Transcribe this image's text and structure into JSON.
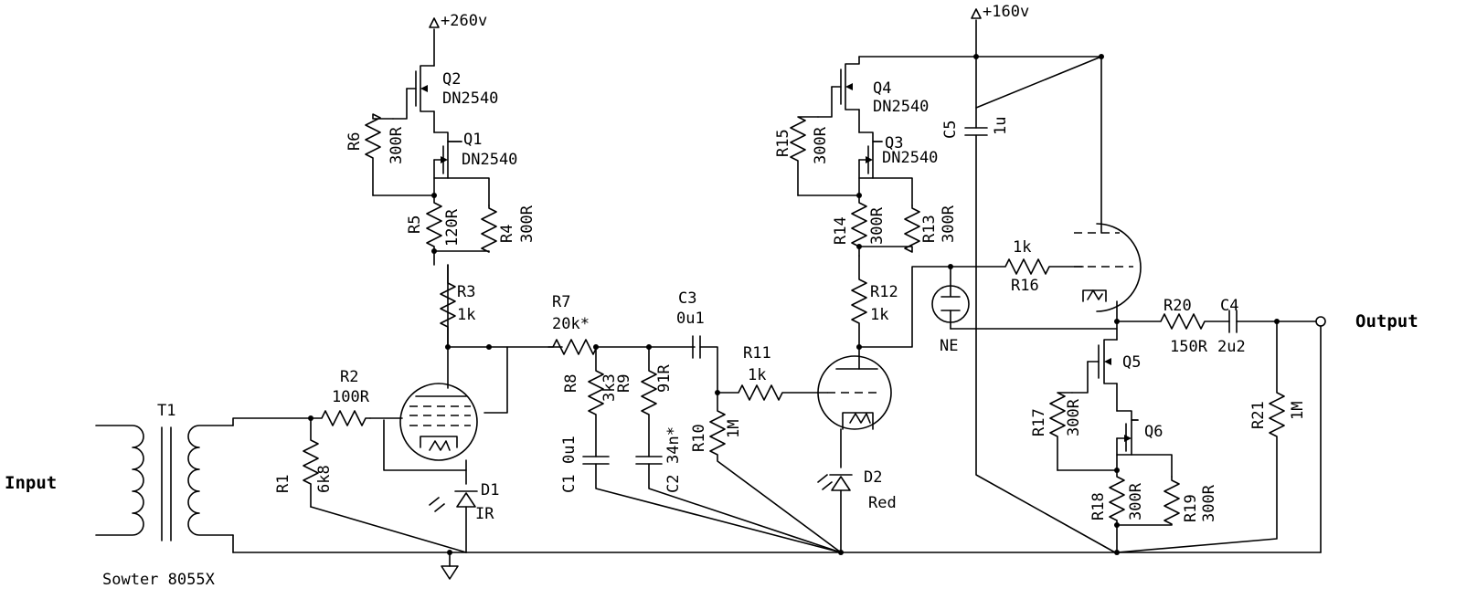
{
  "rails": {
    "hv1": "+260v",
    "hv2": "+160v"
  },
  "transformer": {
    "name": "T1",
    "model": "Sowter 8055X"
  },
  "io": {
    "input": "Input",
    "output": "Output"
  },
  "transistors": {
    "q1": "Q1",
    "q1_type": "DN2540",
    "q2": "Q2",
    "q2_type": "DN2540",
    "q3": "Q3",
    "q3_type": "DN2540",
    "q4": "Q4",
    "q4_type": "DN2540",
    "q5": "Q5",
    "q6": "Q6"
  },
  "resistors": {
    "r1": "R1",
    "r1_val": "6k8",
    "r2": "R2",
    "r2_val": "100R",
    "r3": "R3",
    "r3_val": "1k",
    "r4": "R4",
    "r4_val": "300R",
    "r5": "R5",
    "r5_val": "120R",
    "r6": "R6",
    "r6_val": "300R",
    "r7": "R7",
    "r7_val": "20k*",
    "r8": "R8",
    "r8_val": "3k3",
    "r9": "R9",
    "r9_val": "91R",
    "r10": "R10",
    "r10_val": "1M",
    "r11": "R11",
    "r11_val": "1k",
    "r12": "R12",
    "r12_val": "1k",
    "r13": "R13",
    "r13_val": "300R",
    "r14": "R14",
    "r14_val": "300R",
    "r15": "R15",
    "r15_val": "300R",
    "r16": "R16",
    "r16_val": "1k",
    "r17": "R17",
    "r17_val": "300R",
    "r18": "R18",
    "r18_val": "300R",
    "r19": "R19",
    "r19_val": "300R",
    "r20": "R20",
    "r20_val": "150R",
    "r21": "R21",
    "r21_val": "1M"
  },
  "capacitors": {
    "c1": "C1",
    "c1_val": "0u1",
    "c2": "C2",
    "c2_val": "34n*",
    "c3": "C3",
    "c3_val": "0u1",
    "c4": "C4",
    "c4_val": "2u2",
    "c5": "C5",
    "c5_val": "1u"
  },
  "diodes": {
    "d1": "D1",
    "d1_type": "IR",
    "d2": "D2",
    "d2_type": "Red"
  },
  "neon": "NE"
}
